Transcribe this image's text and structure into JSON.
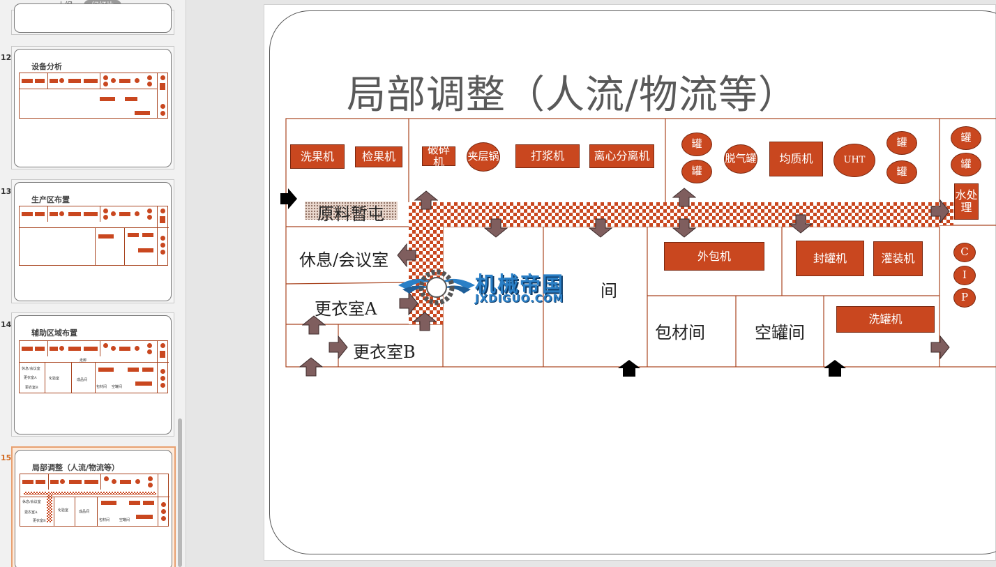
{
  "panel": {
    "tabs": {
      "outline": "大纲",
      "slides": "幻灯片"
    },
    "thumbs": [
      {
        "num": "12",
        "title": "设备分析"
      },
      {
        "num": "13",
        "title": "生产区布置"
      },
      {
        "num": "14",
        "title": "辅助区域布置"
      },
      {
        "num": "15",
        "title": "局部调整（人流/物流等）"
      }
    ],
    "thumb14_rooms": {
      "rest": "休息/会议室",
      "changeA": "更衣室A",
      "changeB": "更衣室B",
      "lab": "化验室",
      "product": "成品间",
      "pack": "包材间",
      "empty": "空罐间",
      "corridor": "走廊"
    },
    "active_slide": "15"
  },
  "slide": {
    "title": "局部调整（人流/物流等）",
    "equipment": {
      "wash_fruit": "洗果机",
      "inspect_fruit": "检果机",
      "crusher": "破碎机",
      "jacket_pot": "夹层锅",
      "pulper": "打浆机",
      "centrifuge": "离心分离机",
      "tank": "罐",
      "degas_tank": "脱气罐",
      "homogenizer": "均质机",
      "uht": "UHT",
      "water": "水处理",
      "outer_pack": "外包机",
      "sealer": "封罐机",
      "filler": "灌装机",
      "can_washer": "洗罐机",
      "cip": [
        "C",
        "I",
        "P"
      ]
    },
    "rooms": {
      "raw": "原料暂屯",
      "rest": "休息/会议室",
      "changeA": "更衣室A",
      "changeB": "更衣室B",
      "pack": "包材间",
      "empty": "空罐间",
      "partial": "间"
    },
    "colors": {
      "equipment": "#c9471f",
      "arrow_fill": "#7f5e5e",
      "entry_arrow": "#000000",
      "title": "#595959"
    },
    "watermark": {
      "title": "机械帝国",
      "sub": "JXDIGUO.COM"
    }
  }
}
